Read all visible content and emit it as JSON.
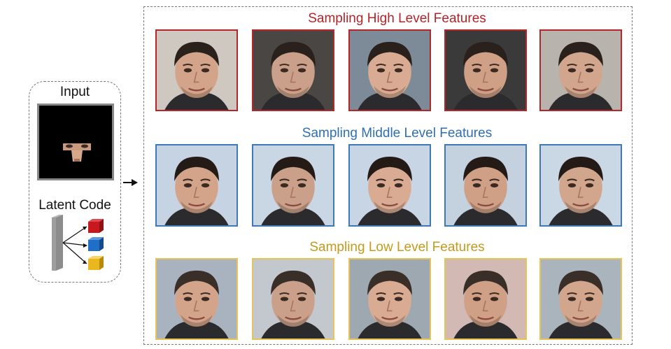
{
  "input_panel": {
    "input_label": "Input",
    "latent_label": "Latent Code",
    "cube_colors": [
      "#c8181e",
      "#1f6fc8",
      "#e8b81e"
    ]
  },
  "rows": {
    "high": {
      "title": "Sampling High Level Features",
      "color": "#b0242a",
      "count": 5
    },
    "middle": {
      "title": "Sampling Middle Level Features",
      "color": "#2f6fb0",
      "count": 5
    },
    "low": {
      "title": "Sampling Low Level Features",
      "color": "#c39a1c",
      "count": 5
    }
  }
}
